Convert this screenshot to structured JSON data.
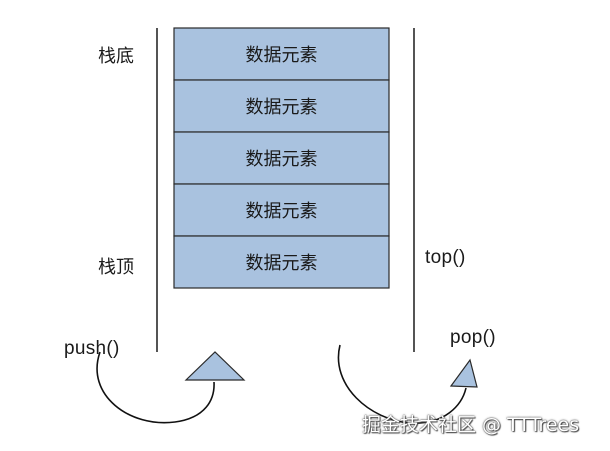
{
  "labels": {
    "bottom": "栈底",
    "top": "栈顶",
    "top_fn": "top()",
    "push_fn": "push()",
    "pop_fn": "pop()"
  },
  "elements": [
    {
      "label": "数据元素"
    },
    {
      "label": "数据元素"
    },
    {
      "label": "数据元素"
    },
    {
      "label": "数据元素"
    },
    {
      "label": "数据元素"
    }
  ],
  "colors": {
    "cell_fill": "#a9c2df",
    "cell_stroke": "#2a2a2a",
    "wall": "#2a2a2a",
    "arrow_fill": "#a9c2df",
    "curve": "#111111"
  },
  "watermark": "掘金技术社区 @ TTTrees"
}
